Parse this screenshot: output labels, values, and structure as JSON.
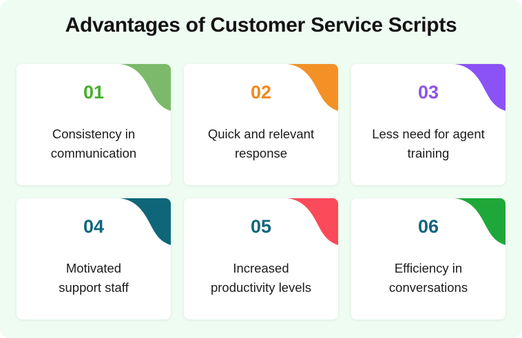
{
  "title": "Advantages of Customer Service Scripts",
  "cards": [
    {
      "number": "01",
      "line1": "Consistency in",
      "line2": "communication",
      "number_color": "#43b02a",
      "accent_color": "#7cb96a"
    },
    {
      "number": "02",
      "line1": "Quick and relevant",
      "line2": "response",
      "number_color": "#ee8a1e",
      "accent_color": "#f39126"
    },
    {
      "number": "03",
      "line1": "Less need for agent",
      "line2": "training",
      "number_color": "#8a55f0",
      "accent_color": "#8b52f6"
    },
    {
      "number": "04",
      "line1": "Motivated",
      "line2": "support staff",
      "number_color": "#12677c",
      "accent_color": "#0f6679"
    },
    {
      "number": "05",
      "line1": "Increased",
      "line2": "productivity levels",
      "number_color": "#12677c",
      "accent_color": "#fb4a5a"
    },
    {
      "number": "06",
      "line1": "Efficiency in",
      "line2": "conversations",
      "number_color": "#12677c",
      "accent_color": "#1fa83a"
    }
  ]
}
